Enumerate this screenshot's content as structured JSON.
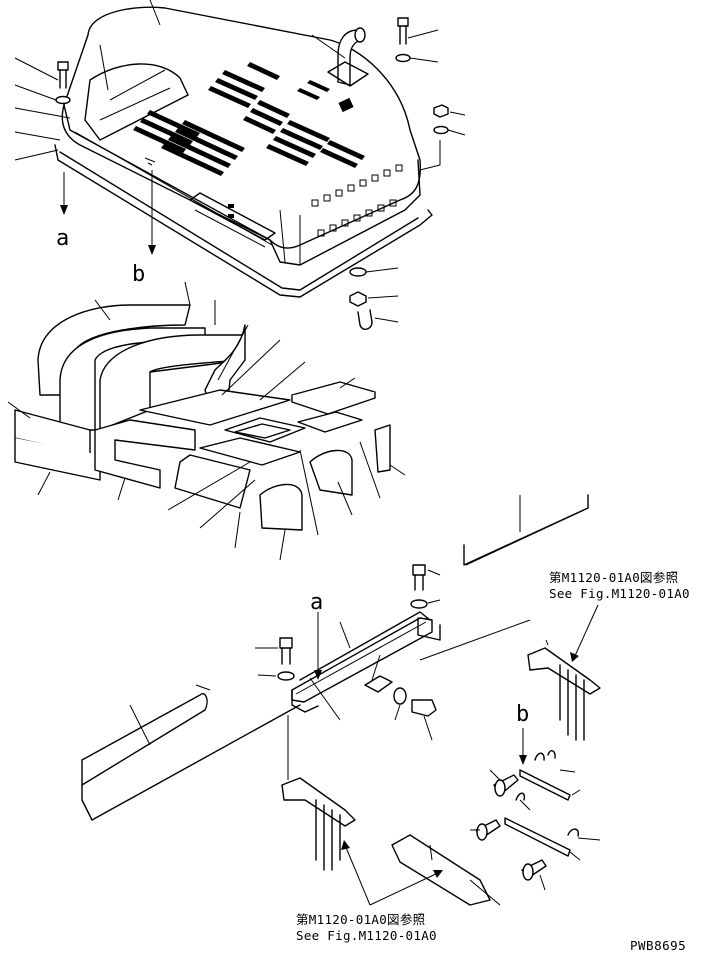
{
  "labels": {
    "ref_a": "a",
    "ref_b": "b",
    "target_a": "a",
    "target_b": "b"
  },
  "see_fig_right": {
    "jp": "第M1120-01A0図参照",
    "en": "See Fig.M1120-01A0"
  },
  "see_fig_bottom": {
    "jp": "第M1120-01A0図参照",
    "en": "See Fig.M1120-01A0"
  },
  "drawing_code": "PWB8695"
}
